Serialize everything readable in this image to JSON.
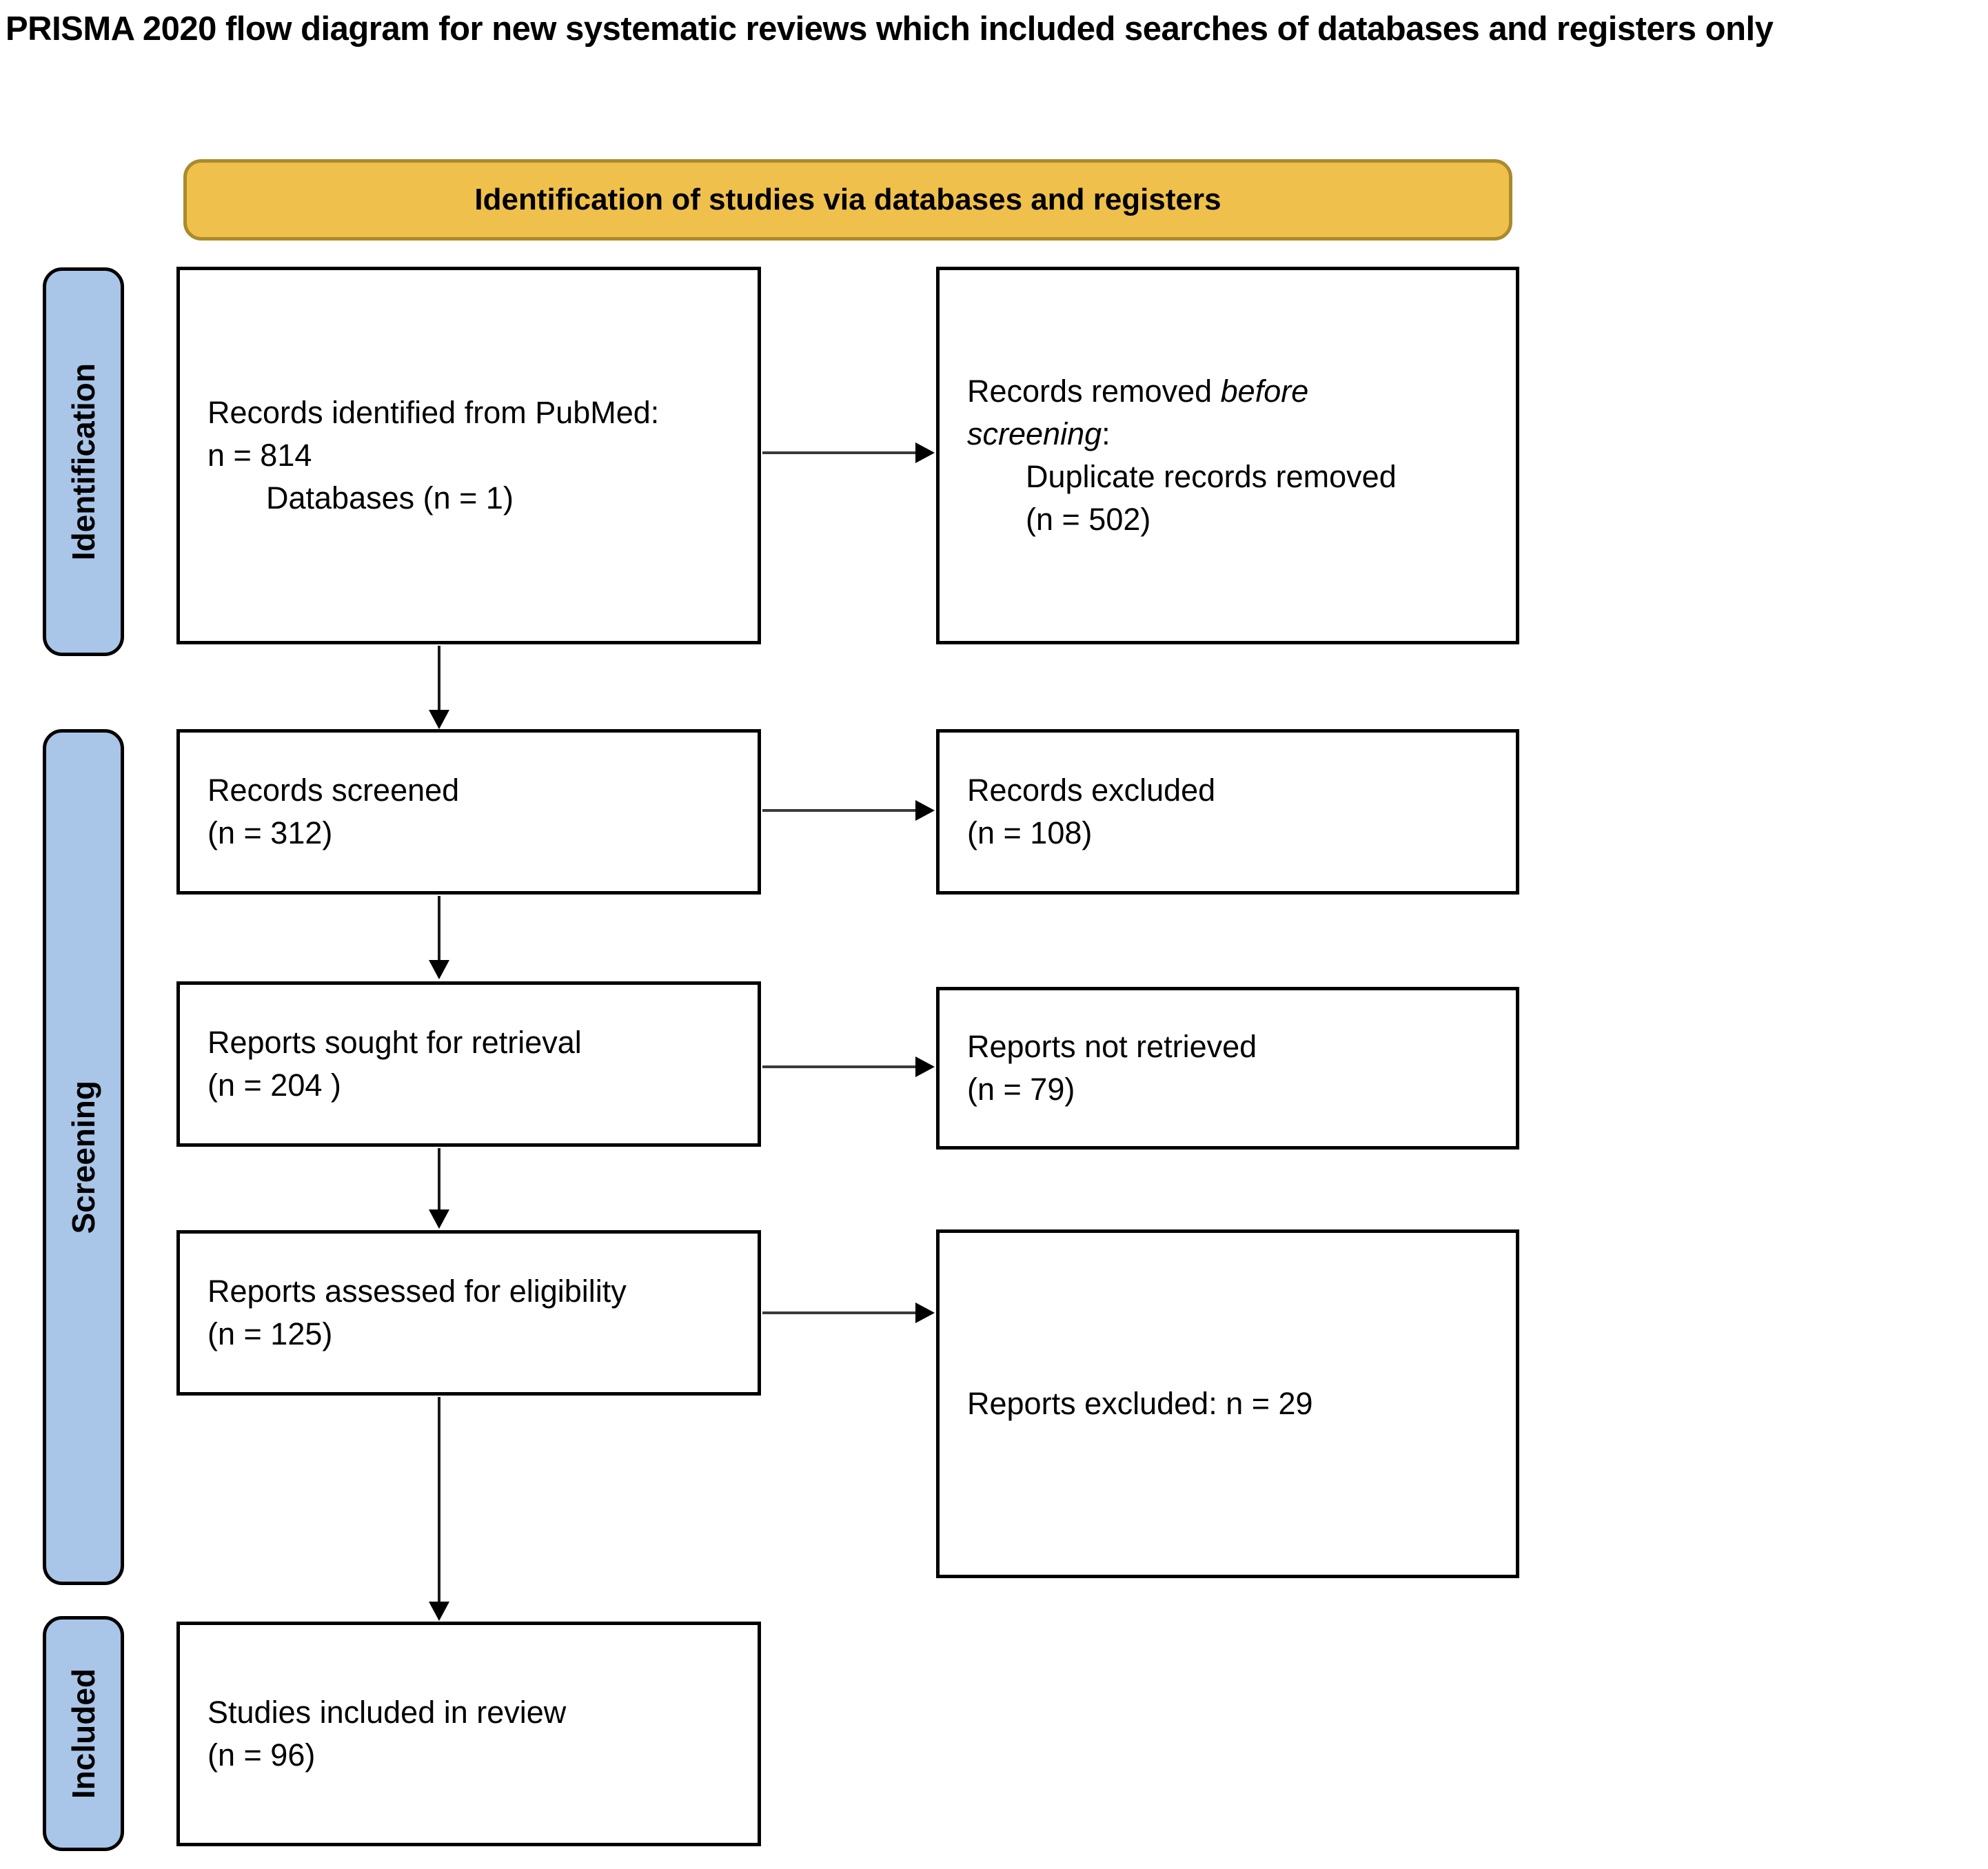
{
  "title": "PRISMA 2020 flow diagram for new systematic reviews which included searches of databases and registers only",
  "banner": {
    "label": "Identification of studies via databases and registers",
    "fill_color": "#EFC04B",
    "border_color": "#AA8A2C"
  },
  "stages": {
    "identification": "Identification",
    "screening": "Screening",
    "included": "Included",
    "fill_color": "#A9C5E8"
  },
  "boxes": {
    "identified": {
      "lines": [
        "Records identified from PubMed:",
        "n = 814",
        "Databases (n = 1)"
      ],
      "n_total": 814,
      "n_databases": 1
    },
    "removed": {
      "line1_text": "Records removed ",
      "line1_italic": "before",
      "line2_italic": "screening",
      "line2_text": ":",
      "sub_lines": [
        "Duplicate records removed",
        "(n = 502)"
      ],
      "n_duplicates": 502
    },
    "screened": {
      "lines": [
        "Records screened",
        "(n = 312)"
      ],
      "n": 312
    },
    "records_excluded": {
      "lines": [
        "Records excluded",
        "(n = 108)"
      ],
      "n": 108
    },
    "sought": {
      "lines": [
        "Reports sought for retrieval",
        "(n = 204 )"
      ],
      "n": 204
    },
    "not_retrieved": {
      "lines": [
        "Reports not retrieved",
        "(n = 79)"
      ],
      "n": 79
    },
    "assessed": {
      "lines": [
        "Reports assessed for eligibility",
        "(n = 125)"
      ],
      "n": 125
    },
    "reports_excluded": {
      "lines": [
        "Reports excluded: n = 29"
      ],
      "n": 29
    },
    "included_review": {
      "lines": [
        "Studies included in review",
        "(n = 96)"
      ],
      "n": 96
    }
  }
}
